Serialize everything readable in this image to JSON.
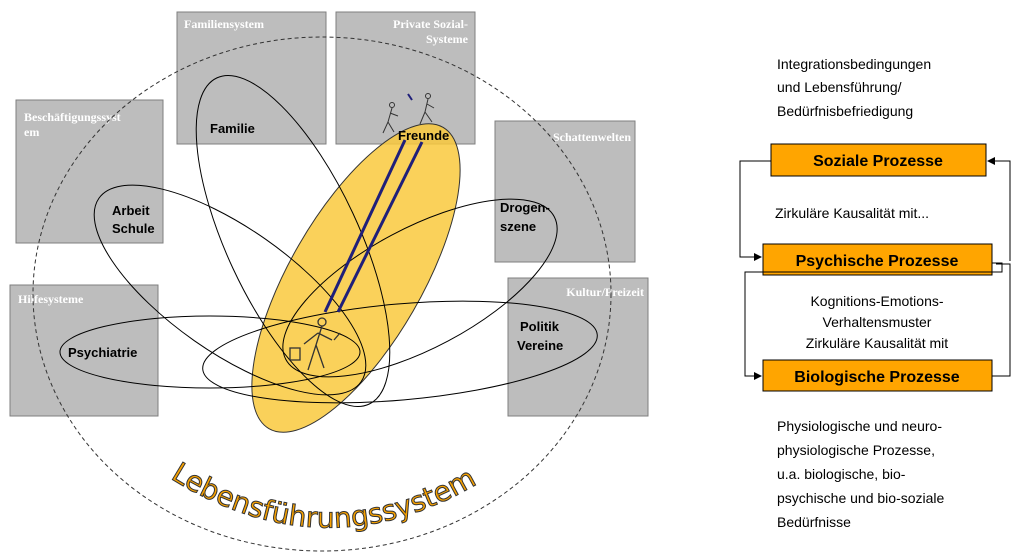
{
  "colors": {
    "system_box_fill": "#bdbdbd",
    "system_box_stroke": "#7f7f7f",
    "highlight_ellipse": "#f9c93d",
    "process_box": "#ffa500",
    "connector": "#1f1f7a",
    "arc_text": "#f7a100"
  },
  "systems": {
    "familiensystem": "Familiensystem",
    "private_1": "Private Sozial-",
    "private_2": "Systeme",
    "beschaeftigung_1": "Beschäftigungssyst",
    "beschaeftigung_2": "em",
    "schattenwelten": "Schattenwelten",
    "hilfesysteme": "Hilfesysteme",
    "kultur": "Kultur/Freizeit"
  },
  "labels": {
    "familie": "Familie",
    "freunde": "Freunde",
    "arbeit": "Arbeit",
    "schule": "Schule",
    "drogen_1": "Drogen-",
    "drogen_2": "szene",
    "psychiatrie": "Psychiatrie",
    "politik": "Politik",
    "vereine": "Vereine"
  },
  "arc_title": "Lebensführungssystem",
  "right": {
    "intro": [
      "Integrationsbedingungen",
      "und Lebensführung/",
      "Bedürfnisbefriedigung"
    ],
    "soziale": "Soziale Prozesse",
    "zirk1": "Zirkuläre Kausalität mit...",
    "psychische": "Psychische Prozesse",
    "kog1": "Kognitions-Emotions-",
    "kog2": "Verhaltensmuster",
    "kog3": "Zirkuläre Kausalität mit",
    "biologische": "Biologische Prozesse",
    "outro": [
      "Physiologische und neuro-",
      "physiologische Prozesse,",
      "u.a. biologische, bio-",
      "psychische und bio-soziale",
      "Bedürfnisse"
    ]
  }
}
